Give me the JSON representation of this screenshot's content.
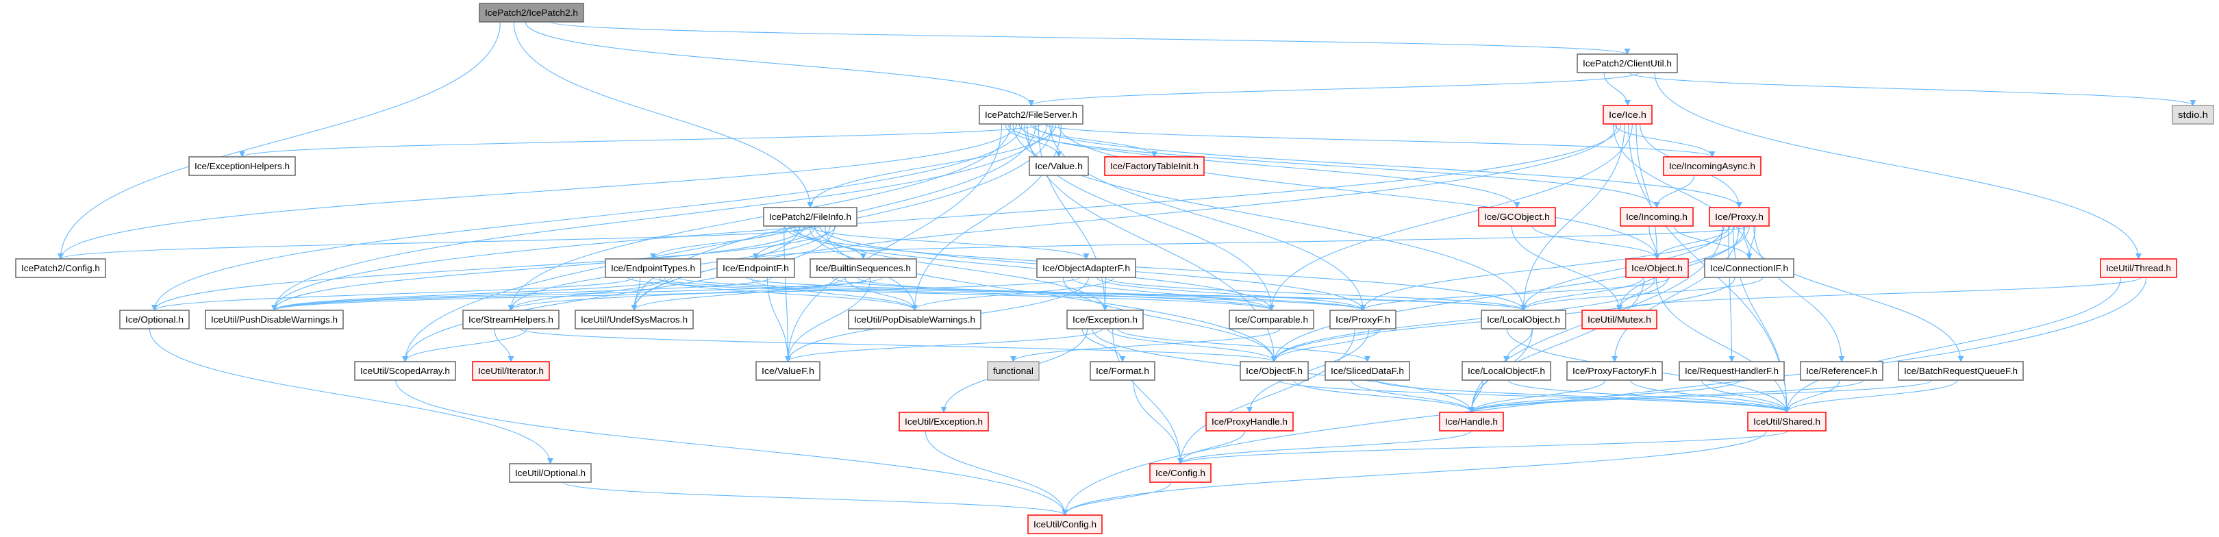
{
  "graph": {
    "type": "include-dependency-graph",
    "colors": {
      "edge": "#63b8ff",
      "root_fill": "#999999",
      "root_border": "#666666",
      "normal_fill": "#ffffff",
      "normal_border": "#666666",
      "red_fill": "#fff0f0",
      "red_border": "#ff0000",
      "system_fill": "#e0e0e0",
      "system_border": "#999999"
    },
    "nodes": [
      {
        "id": "icepatch2",
        "label": "IcePatch2/IcePatch2.h",
        "style": "root"
      },
      {
        "id": "clientutil",
        "label": "IcePatch2/ClientUtil.h",
        "style": "normal"
      },
      {
        "id": "stdio",
        "label": "stdio.h",
        "style": "system"
      },
      {
        "id": "fileserver",
        "label": "IcePatch2/FileServer.h",
        "style": "normal"
      },
      {
        "id": "iceh",
        "label": "Ice/Ice.h",
        "style": "red"
      },
      {
        "id": "exceptionhelpers",
        "label": "Ice/ExceptionHelpers.h",
        "style": "normal"
      },
      {
        "id": "value",
        "label": "Ice/Value.h",
        "style": "normal"
      },
      {
        "id": "factorytableinit",
        "label": "Ice/FactoryTableInit.h",
        "style": "red"
      },
      {
        "id": "incomingasync",
        "label": "Ice/IncomingAsync.h",
        "style": "red"
      },
      {
        "id": "fileinfo",
        "label": "IcePatch2/FileInfo.h",
        "style": "normal"
      },
      {
        "id": "gcobject",
        "label": "Ice/GCObject.h",
        "style": "red"
      },
      {
        "id": "incoming",
        "label": "Ice/Incoming.h",
        "style": "red"
      },
      {
        "id": "proxy",
        "label": "Ice/Proxy.h",
        "style": "red"
      },
      {
        "id": "ip2config",
        "label": "IcePatch2/Config.h",
        "style": "normal"
      },
      {
        "id": "endpointtypes",
        "label": "Ice/EndpointTypes.h",
        "style": "normal"
      },
      {
        "id": "endpointf",
        "label": "Ice/EndpointF.h",
        "style": "normal"
      },
      {
        "id": "builtinseq",
        "label": "Ice/BuiltinSequences.h",
        "style": "normal"
      },
      {
        "id": "objectadapterf",
        "label": "Ice/ObjectAdapterF.h",
        "style": "normal"
      },
      {
        "id": "object",
        "label": "Ice/Object.h",
        "style": "red"
      },
      {
        "id": "connectionif",
        "label": "Ice/ConnectionIF.h",
        "style": "normal"
      },
      {
        "id": "thread",
        "label": "IceUtil/Thread.h",
        "style": "red"
      },
      {
        "id": "optional",
        "label": "Ice/Optional.h",
        "style": "normal"
      },
      {
        "id": "pushdisable",
        "label": "IceUtil/PushDisableWarnings.h",
        "style": "normal"
      },
      {
        "id": "streamhelpers",
        "label": "Ice/StreamHelpers.h",
        "style": "normal"
      },
      {
        "id": "undefsys",
        "label": "IceUtil/UndefSysMacros.h",
        "style": "normal"
      },
      {
        "id": "popdisable",
        "label": "IceUtil/PopDisableWarnings.h",
        "style": "normal"
      },
      {
        "id": "exception",
        "label": "Ice/Exception.h",
        "style": "normal"
      },
      {
        "id": "comparable",
        "label": "Ice/Comparable.h",
        "style": "normal"
      },
      {
        "id": "proxyf",
        "label": "Ice/ProxyF.h",
        "style": "normal"
      },
      {
        "id": "localobject",
        "label": "Ice/LocalObject.h",
        "style": "normal"
      },
      {
        "id": "mutex",
        "label": "IceUtil/Mutex.h",
        "style": "red"
      },
      {
        "id": "scopedarray",
        "label": "IceUtil/ScopedArray.h",
        "style": "normal"
      },
      {
        "id": "iterator",
        "label": "IceUtil/Iterator.h",
        "style": "red"
      },
      {
        "id": "valuef",
        "label": "Ice/ValueF.h",
        "style": "normal"
      },
      {
        "id": "functional",
        "label": "functional",
        "style": "system"
      },
      {
        "id": "format",
        "label": "Ice/Format.h",
        "style": "normal"
      },
      {
        "id": "objectf",
        "label": "Ice/ObjectF.h",
        "style": "normal"
      },
      {
        "id": "sliceddataf",
        "label": "Ice/SlicedDataF.h",
        "style": "normal"
      },
      {
        "id": "localobjectf",
        "label": "Ice/LocalObjectF.h",
        "style": "normal"
      },
      {
        "id": "proxyfactoryf",
        "label": "Ice/ProxyFactoryF.h",
        "style": "normal"
      },
      {
        "id": "requesthandlerf",
        "label": "Ice/RequestHandlerF.h",
        "style": "normal"
      },
      {
        "id": "referencef",
        "label": "Ice/ReferenceF.h",
        "style": "normal"
      },
      {
        "id": "batchrequestqueuef",
        "label": "Ice/BatchRequestQueueF.h",
        "style": "normal"
      },
      {
        "id": "iceutilexception",
        "label": "IceUtil/Exception.h",
        "style": "red"
      },
      {
        "id": "proxyhandle",
        "label": "Ice/ProxyHandle.h",
        "style": "red"
      },
      {
        "id": "handle",
        "label": "Ice/Handle.h",
        "style": "red"
      },
      {
        "id": "shared",
        "label": "IceUtil/Shared.h",
        "style": "red"
      },
      {
        "id": "iceutiloptional",
        "label": "IceUtil/Optional.h",
        "style": "normal"
      },
      {
        "id": "iceconfig",
        "label": "Ice/Config.h",
        "style": "red"
      },
      {
        "id": "iceutilconfig",
        "label": "IceUtil/Config.h",
        "style": "red"
      }
    ],
    "edges": [
      [
        "icepatch2",
        "ip2config"
      ],
      [
        "icepatch2",
        "fileserver"
      ],
      [
        "icepatch2",
        "clientutil"
      ],
      [
        "icepatch2",
        "fileinfo"
      ],
      [
        "clientutil",
        "fileserver"
      ],
      [
        "clientutil",
        "iceh"
      ],
      [
        "clientutil",
        "stdio"
      ],
      [
        "clientutil",
        "thread"
      ],
      [
        "fileserver",
        "ip2config"
      ],
      [
        "fileserver",
        "exceptionhelpers"
      ],
      [
        "fileserver",
        "value"
      ],
      [
        "fileserver",
        "factorytableinit"
      ],
      [
        "fileserver",
        "fileinfo"
      ],
      [
        "fileserver",
        "gcobject"
      ],
      [
        "fileserver",
        "incomingasync"
      ],
      [
        "fileserver",
        "incoming"
      ],
      [
        "fileserver",
        "proxy"
      ],
      [
        "fileserver",
        "object"
      ],
      [
        "fileserver",
        "optional"
      ],
      [
        "fileserver",
        "pushdisable"
      ],
      [
        "fileserver",
        "streamhelpers"
      ],
      [
        "fileserver",
        "undefsys"
      ],
      [
        "fileserver",
        "popdisable"
      ],
      [
        "fileserver",
        "comparable"
      ],
      [
        "fileserver",
        "proxyf"
      ],
      [
        "fileserver",
        "localobject"
      ],
      [
        "fileserver",
        "exception"
      ],
      [
        "fileserver",
        "valuef"
      ],
      [
        "fileserver",
        "objectf"
      ],
      [
        "fileserver",
        "scopedarray"
      ],
      [
        "iceh",
        "incomingasync"
      ],
      [
        "iceh",
        "proxy"
      ],
      [
        "iceh",
        "object"
      ],
      [
        "iceh",
        "comparable"
      ],
      [
        "iceh",
        "shared"
      ],
      [
        "iceh",
        "localobject"
      ],
      [
        "iceh",
        "pushdisable"
      ],
      [
        "iceh",
        "undefsys"
      ],
      [
        "iceh",
        "connectionif"
      ],
      [
        "fileinfo",
        "ip2config"
      ],
      [
        "fileinfo",
        "endpointtypes"
      ],
      [
        "fileinfo",
        "endpointf"
      ],
      [
        "fileinfo",
        "builtinseq"
      ],
      [
        "fileinfo",
        "objectadapterf"
      ],
      [
        "fileinfo",
        "optional"
      ],
      [
        "fileinfo",
        "pushdisable"
      ],
      [
        "fileinfo",
        "streamhelpers"
      ],
      [
        "fileinfo",
        "undefsys"
      ],
      [
        "fileinfo",
        "popdisable"
      ],
      [
        "fileinfo",
        "comparable"
      ],
      [
        "fileinfo",
        "proxyf"
      ],
      [
        "fileinfo",
        "localobject"
      ],
      [
        "fileinfo",
        "exception"
      ],
      [
        "fileinfo",
        "valuef"
      ],
      [
        "fileinfo",
        "objectf"
      ],
      [
        "fileinfo",
        "scopedarray"
      ],
      [
        "gcobject",
        "object"
      ],
      [
        "gcobject",
        "mutex"
      ],
      [
        "incomingasync",
        "incoming"
      ],
      [
        "incoming",
        "object"
      ],
      [
        "incoming",
        "connectionif"
      ],
      [
        "proxy",
        "object"
      ],
      [
        "proxy",
        "connectionif"
      ],
      [
        "proxy",
        "mutex"
      ],
      [
        "proxy",
        "proxyf"
      ],
      [
        "proxy",
        "localobject"
      ],
      [
        "proxy",
        "objectf"
      ],
      [
        "proxy",
        "proxyfactoryf"
      ],
      [
        "proxy",
        "requesthandlerf"
      ],
      [
        "proxy",
        "referencef"
      ],
      [
        "proxy",
        "batchrequestqueuef"
      ],
      [
        "proxy",
        "shared"
      ],
      [
        "proxy",
        "handle"
      ],
      [
        "proxy",
        "endpointf"
      ],
      [
        "endpointtypes",
        "pushdisable"
      ],
      [
        "endpointtypes",
        "undefsys"
      ],
      [
        "endpointtypes",
        "streamhelpers"
      ],
      [
        "endpointtypes",
        "optional"
      ],
      [
        "endpointtypes",
        "popdisable"
      ],
      [
        "endpointtypes",
        "comparable"
      ],
      [
        "endpointtypes",
        "proxyf"
      ],
      [
        "endpointtypes",
        "localobject"
      ],
      [
        "endpointf",
        "valuef"
      ],
      [
        "endpointf",
        "localobject"
      ],
      [
        "endpointf",
        "pushdisable"
      ],
      [
        "endpointf",
        "popdisable"
      ],
      [
        "builtinseq",
        "popdisable"
      ],
      [
        "builtinseq",
        "valuef"
      ],
      [
        "builtinseq",
        "proxyf"
      ],
      [
        "builtinseq",
        "comparable"
      ],
      [
        "builtinseq",
        "pushdisable"
      ],
      [
        "builtinseq",
        "undefsys"
      ],
      [
        "builtinseq",
        "streamhelpers"
      ],
      [
        "objectadapterf",
        "exception"
      ],
      [
        "objectadapterf",
        "comparable"
      ],
      [
        "objectadapterf",
        "proxyf"
      ],
      [
        "objectadapterf",
        "objectf"
      ],
      [
        "objectadapterf",
        "valuef"
      ],
      [
        "objectadapterf",
        "popdisable"
      ],
      [
        "objectadapterf",
        "pushdisable"
      ],
      [
        "objectadapterf",
        "localobject"
      ],
      [
        "object",
        "mutex"
      ],
      [
        "object",
        "localobject"
      ],
      [
        "object",
        "objectf"
      ],
      [
        "object",
        "shared"
      ],
      [
        "object",
        "handle"
      ],
      [
        "object",
        "proxyf"
      ],
      [
        "connectionif",
        "localobject"
      ],
      [
        "connectionif",
        "objectf"
      ],
      [
        "thread",
        "mutex"
      ],
      [
        "thread",
        "shared"
      ],
      [
        "thread",
        "iceutilconfig"
      ],
      [
        "optional",
        "iceutiloptional"
      ],
      [
        "streamhelpers",
        "scopedarray"
      ],
      [
        "streamhelpers",
        "iterator"
      ],
      [
        "streamhelpers",
        "objectf"
      ],
      [
        "exception",
        "valuef"
      ],
      [
        "exception",
        "format"
      ],
      [
        "exception",
        "objectf"
      ],
      [
        "exception",
        "iceutilexception"
      ],
      [
        "exception",
        "iceconfig"
      ],
      [
        "exception",
        "handle"
      ],
      [
        "exception",
        "sliceddataf"
      ],
      [
        "comparable",
        "functional"
      ],
      [
        "proxyf",
        "proxyhandle"
      ],
      [
        "proxyf",
        "iceconfig"
      ],
      [
        "proxyf",
        "objectf"
      ],
      [
        "localobject",
        "localobjectf"
      ],
      [
        "localobject",
        "shared"
      ],
      [
        "localobject",
        "handle"
      ],
      [
        "objectf",
        "handle"
      ],
      [
        "objectf",
        "shared"
      ],
      [
        "sliceddataf",
        "handle"
      ],
      [
        "sliceddataf",
        "shared"
      ],
      [
        "localobjectf",
        "handle"
      ],
      [
        "localobjectf",
        "shared"
      ],
      [
        "proxyfactoryf",
        "handle"
      ],
      [
        "proxyfactoryf",
        "shared"
      ],
      [
        "requesthandlerf",
        "handle"
      ],
      [
        "requesthandlerf",
        "shared"
      ],
      [
        "referencef",
        "handle"
      ],
      [
        "referencef",
        "shared"
      ],
      [
        "batchrequestqueuef",
        "handle"
      ],
      [
        "batchrequestqueuef",
        "shared"
      ],
      [
        "handle",
        "iceconfig"
      ],
      [
        "proxyhandle",
        "iceconfig"
      ],
      [
        "format",
        "iceconfig"
      ],
      [
        "shared",
        "iceconfig"
      ],
      [
        "shared",
        "iceutilconfig"
      ],
      [
        "iceconfig",
        "iceutilconfig"
      ],
      [
        "iceutilexception",
        "iceutilconfig"
      ],
      [
        "scopedarray",
        "iceutilconfig"
      ],
      [
        "iceutiloptional",
        "iceutilconfig"
      ]
    ]
  }
}
